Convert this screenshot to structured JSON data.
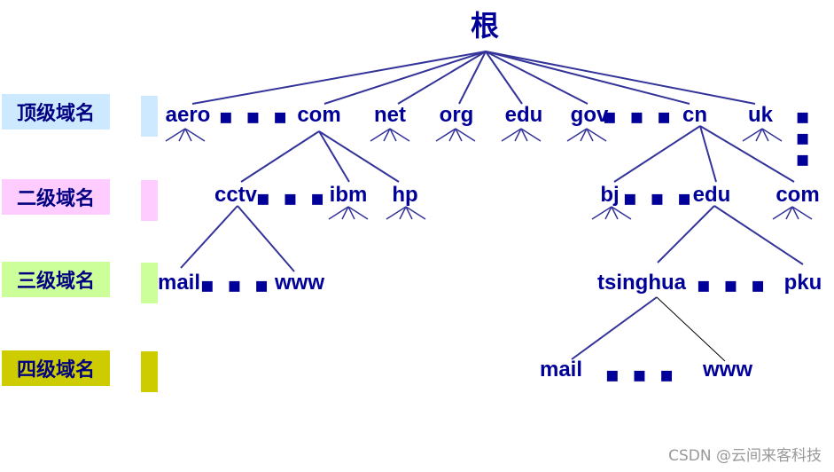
{
  "root": "根",
  "levels": [
    {
      "label": "顶级域名",
      "color": "#cce9ff"
    },
    {
      "label": "二级域名",
      "color": "#ffccff"
    },
    {
      "label": "三级域名",
      "color": "#ccff99"
    },
    {
      "label": "四级域名",
      "color": "#cccc00"
    }
  ],
  "tld": [
    "aero",
    "com",
    "net",
    "org",
    "edu",
    "gov",
    "cn",
    "uk"
  ],
  "second_level": {
    "com": [
      "cctv",
      "ibm",
      "hp"
    ],
    "cn": [
      "bj",
      "edu",
      "com"
    ]
  },
  "third_level": {
    "cctv": [
      "mail",
      "www"
    ],
    "cn_edu": [
      "tsinghua",
      "pku"
    ]
  },
  "fourth_level": {
    "tsinghua": [
      "mail",
      "www"
    ]
  },
  "ellipsis": "▪ ▪ ▪",
  "watermark": "CSDN @云间来客科技",
  "colors": {
    "node_text": "#000099",
    "tree_lines": "#333399"
  }
}
